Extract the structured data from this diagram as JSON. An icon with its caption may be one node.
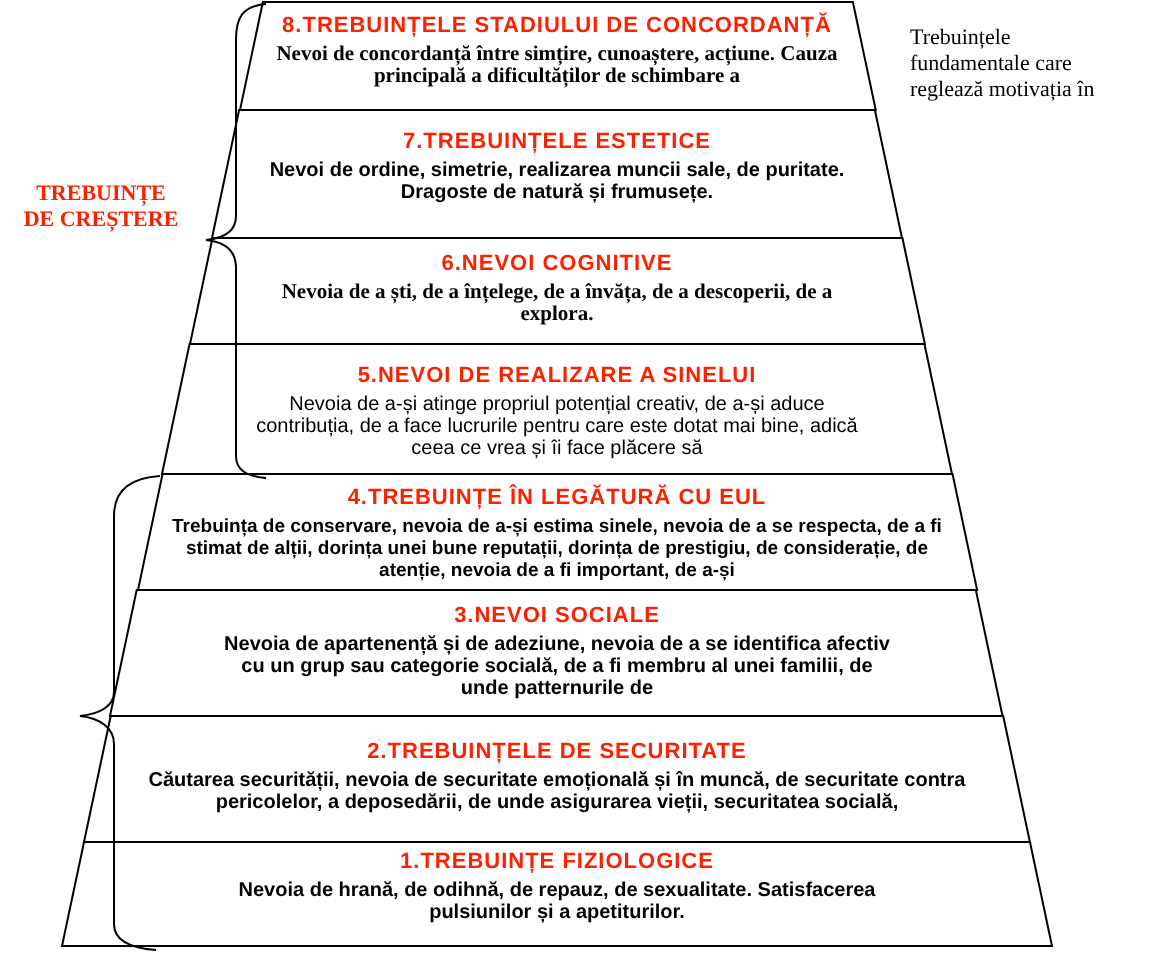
{
  "diagram": {
    "nodes": [
      {
        "text": [
          "8.TREBUINȚELE STADIULUI DE CONCORDANȚĂ",
          "Nevoi de concordanță între simțire, cunoaștere, acțiune. Cauza principală a dificultăților de schimbare a"
        ]
      },
      {
        "text": [
          "7.TREBUINȚELE ESTETICE",
          "Nevoi de ordine, simetrie, realizarea muncii sale, de puritate. Dragoste de natură și frumusețe."
        ]
      },
      {
        "text": [
          "6.NEVOI COGNITIVE",
          "Nevoia de a ști, de a înțelege, de a învăța, de a descoperii, de a explora."
        ]
      },
      {
        "text": [
          "5.NEVOI DE REALIZARE A SINELUI",
          "Nevoia de a-și atinge propriul potențial creativ, de a-și aduce contribuția, de a face lucrurile pentru care este dotat mai bine, adică ceea ce vrea și îi face plăcere să"
        ]
      },
      {
        "text": [
          "4.TREBUINȚE ÎN LEGĂTURĂ CU EUL",
          "Trebuința de conservare, nevoia de a-și estima sinele, nevoia de a se respecta, de a fi stimat de alții, dorința unei bune reputații, dorința de prestigiu, de considerație, de atenție, nevoia de a fi important, de a-și"
        ]
      },
      {
        "text": [
          "3.NEVOI SOCIALE",
          "Nevoia de apartenență și de adeziune, nevoia de a se identifica afectiv cu un grup sau categorie socială, de a fi membru al unei familii, de unde patternurile de"
        ]
      },
      {
        "text": [
          "2.TREBUINȚELE DE SECURITATE",
          "Căutarea securității, nevoia de securitate emoțională și în muncă, de securitate contra pericolelor, a deposedării, de unde asigurarea vieții, securitatea socială,"
        ]
      },
      {
        "text": [
          "1.TREBUINȚE FIZIOLOGICE",
          "Nevoia de hrană, de odihnă, de repauz, de sexualitate. Satisfacerea pulsiunilor și a apetiturilor."
        ]
      }
    ],
    "labels": [
      "Trebuințele fundamentale care reglează motivația în",
      "TREBUINȚE DE CREȘTERE"
    ]
  }
}
